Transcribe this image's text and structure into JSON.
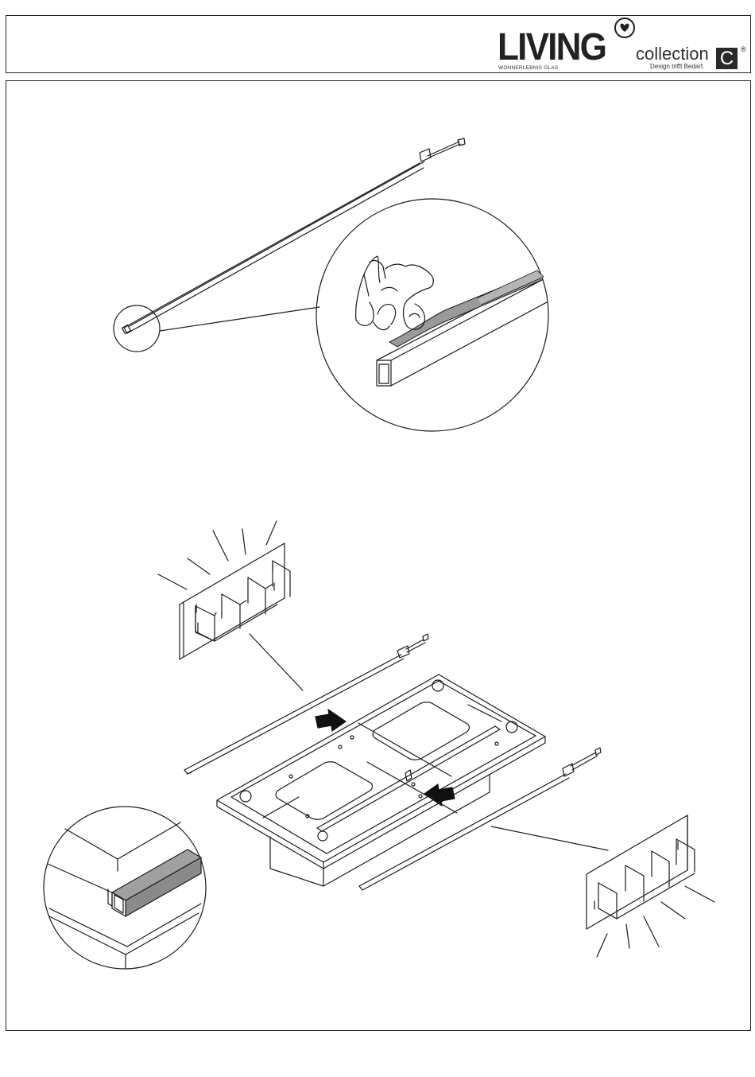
{
  "header": {
    "brand_name": "LIVING",
    "brand_tagline": "WOHNERLEBNIS GLAS",
    "collection_label": "collection",
    "collection_slogan": "Design trifft Bedarf.",
    "c_badge": "C",
    "registered_mark": "®",
    "logo_icon": "heart-in-circle-icon"
  },
  "steps": [
    {
      "id": "step-1",
      "illustration": "seal-strip-removal-detail"
    },
    {
      "id": "step-2",
      "illustration": "led-profile-insertion-assembly"
    }
  ],
  "colors": {
    "line": "#1a1a1a",
    "tape": "#9a9a9a",
    "arrow": "#111111",
    "background": "#ffffff"
  }
}
